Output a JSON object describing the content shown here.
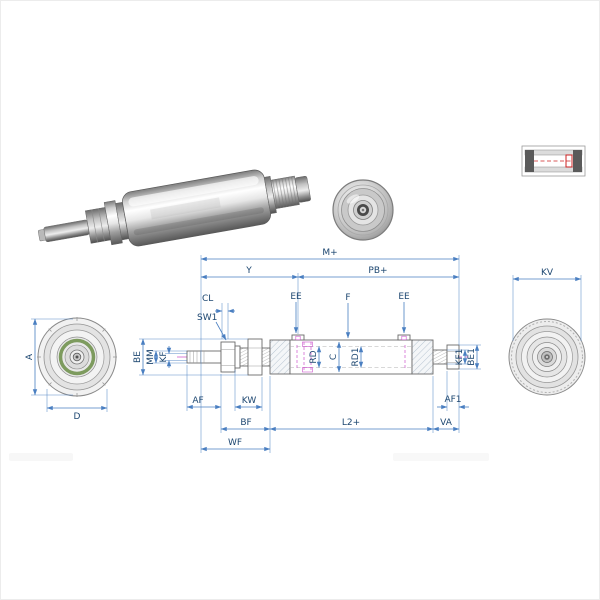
{
  "dimensions": {
    "top": {
      "m": "M+",
      "y": "Y",
      "pb": "PB+",
      "kv": "KV"
    },
    "leaders": {
      "cl": "CL",
      "sw1": "SW1",
      "ee_left": "EE",
      "f": "F",
      "ee_right": "EE"
    },
    "left_view": {
      "a": "A",
      "d": "D"
    },
    "side_left": {
      "be": "BE",
      "mm": "MM",
      "kf": "KF"
    },
    "side_inner": {
      "rd": "RD",
      "c": "C",
      "rd1": "RD1"
    },
    "side_right": {
      "kf1": "KF1",
      "be1": "BE1"
    },
    "bottom": {
      "af": "AF",
      "kw": "KW",
      "bf": "BF",
      "l2": "L2+",
      "va": "VA",
      "af1": "AF1",
      "wf": "WF"
    }
  },
  "colors": {
    "dimension_line": "#4a7fc1",
    "dimension_text": "#1c4670",
    "outline": "#6a6a6a",
    "centerline": "#cc55cc",
    "accent_red": "#cc2222",
    "green_ring": "#7d9b5e"
  }
}
